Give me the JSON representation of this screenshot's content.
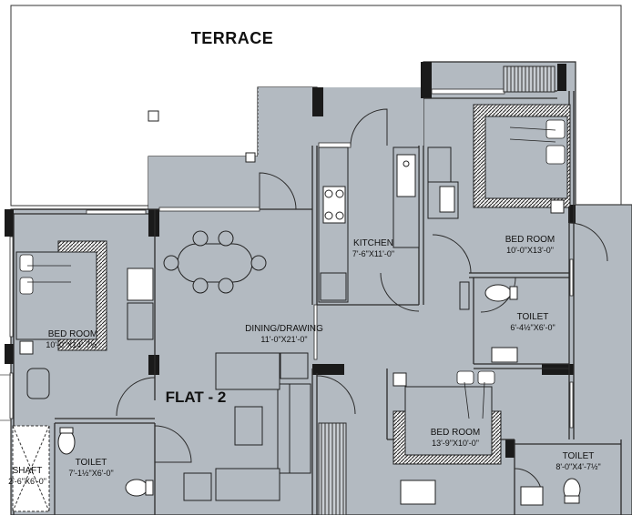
{
  "plan": {
    "terrace": "TERRACE",
    "flat_title": "FLAT - 2",
    "rooms": {
      "kitchen": {
        "name": "KITCHEN",
        "dims": "7'-6\"X11'-0\""
      },
      "bed_room_1": {
        "name": "BED ROOM",
        "dims": "10'-0\"X13'-0\""
      },
      "bed_room_2": {
        "name": "BED ROOM",
        "dims": "10'-0\"X14'-7½\""
      },
      "dining": {
        "name": "DINING/DRAWING",
        "dims": "11'-0\"X21'-0\""
      },
      "toilet_1": {
        "name": "TOILET",
        "dims": "6'-4½\"X6'-0\""
      },
      "toilet_2": {
        "name": "TOILET",
        "dims": "7'-1½\"X6'-0\""
      },
      "toilet_3": {
        "name": "TOILET",
        "dims": "8'-0\"X4'-7½\""
      },
      "bed_room_3": {
        "name": "BED ROOM",
        "dims": "13'-9\"X10'-0\""
      },
      "shaft": {
        "name": "SHAFT",
        "dims": "2'-6\"X6'-0\""
      }
    },
    "colors": {
      "floor": "#b3bac1",
      "wall": "#1a1a1a",
      "line": "#2b2b2b",
      "hatch": "#e8e8e8"
    }
  }
}
